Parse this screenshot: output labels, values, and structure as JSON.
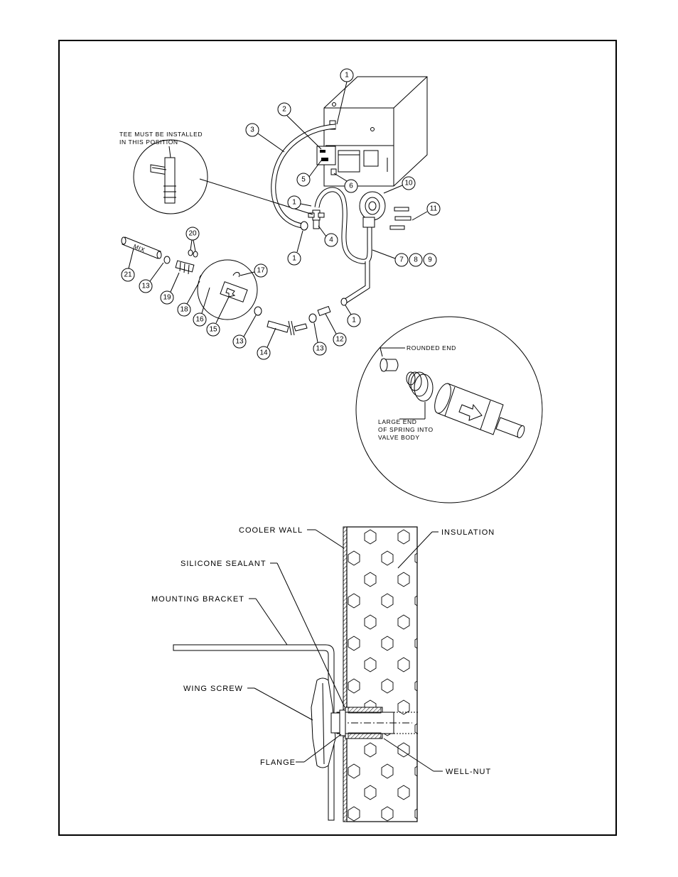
{
  "exploded_view": {
    "tee_note": [
      "TEE MUST BE INSTALLED",
      "IN THIS POSITION"
    ],
    "callouts": [
      {
        "id": "c1a",
        "num": "1"
      },
      {
        "id": "c2",
        "num": "2"
      },
      {
        "id": "c3",
        "num": "3"
      },
      {
        "id": "c5",
        "num": "5"
      },
      {
        "id": "c6",
        "num": "6"
      },
      {
        "id": "c10",
        "num": "10"
      },
      {
        "id": "c1b",
        "num": "1"
      },
      {
        "id": "c11",
        "num": "11"
      },
      {
        "id": "c4",
        "num": "4"
      },
      {
        "id": "c1c",
        "num": "1"
      },
      {
        "id": "c20",
        "num": "20"
      },
      {
        "id": "c17",
        "num": "17"
      },
      {
        "id": "c7",
        "num": "7"
      },
      {
        "id": "c8",
        "num": "8"
      },
      {
        "id": "c9",
        "num": "9"
      },
      {
        "id": "c21",
        "num": "21"
      },
      {
        "id": "c13a",
        "num": "13"
      },
      {
        "id": "c19",
        "num": "19"
      },
      {
        "id": "c18",
        "num": "18"
      },
      {
        "id": "c16",
        "num": "16"
      },
      {
        "id": "c15",
        "num": "15"
      },
      {
        "id": "c13b",
        "num": "13"
      },
      {
        "id": "c14",
        "num": "14"
      },
      {
        "id": "c13c",
        "num": "13"
      },
      {
        "id": "c12",
        "num": "12"
      },
      {
        "id": "c1d",
        "num": "1"
      }
    ],
    "part_text": "MIX"
  },
  "valve_detail": {
    "rounded_end": "ROUNDED END",
    "spring_note": [
      "LARGE END",
      "OF SPRING INTO",
      "VALVE BODY"
    ]
  },
  "wall_section": {
    "cooler_wall": "COOLER WALL",
    "insulation": "INSULATION",
    "silicone_sealant": "SILICONE SEALANT",
    "mounting_bracket": "MOUNTING BRACKET",
    "wing_screw": "WING SCREW",
    "flange": "FLANGE",
    "well_nut": "WELL-NUT"
  }
}
